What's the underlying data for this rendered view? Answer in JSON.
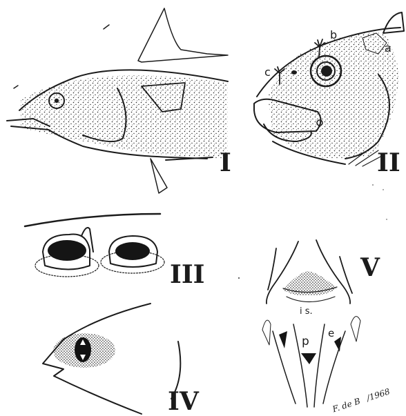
{
  "plate": {
    "figures": [
      {
        "numeral": "I",
        "subject": "tuna-head"
      },
      {
        "numeral": "II",
        "subject": "blenny-head"
      },
      {
        "numeral": "III",
        "subject": "nostrils"
      },
      {
        "numeral": "IV",
        "subject": "snout-nostril"
      },
      {
        "numeral": "V",
        "subject": "ventral-view"
      }
    ],
    "fig2_labels": {
      "a": "a",
      "b": "b",
      "c": "c"
    },
    "fig5_labels": {
      "is": "i s.",
      "p": "p",
      "e": "e"
    },
    "signature": "F. de B",
    "year": "/1968"
  }
}
